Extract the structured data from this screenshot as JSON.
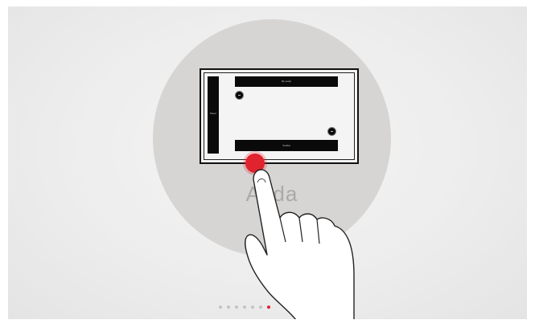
{
  "app": {
    "name": "Anda"
  },
  "preview": {
    "top_bar_label": "My setup",
    "bottom_bar_label": "Toolbar",
    "side_panel_label": "Panel"
  },
  "pager": {
    "total": 7,
    "active_index": 6
  },
  "colors": {
    "accent": "#e0232e",
    "disc": "#d6d5d3",
    "background": "#ededed"
  },
  "icons": {
    "gesture": "hand-pointer-icon",
    "tap": "tap-indicator-icon"
  }
}
